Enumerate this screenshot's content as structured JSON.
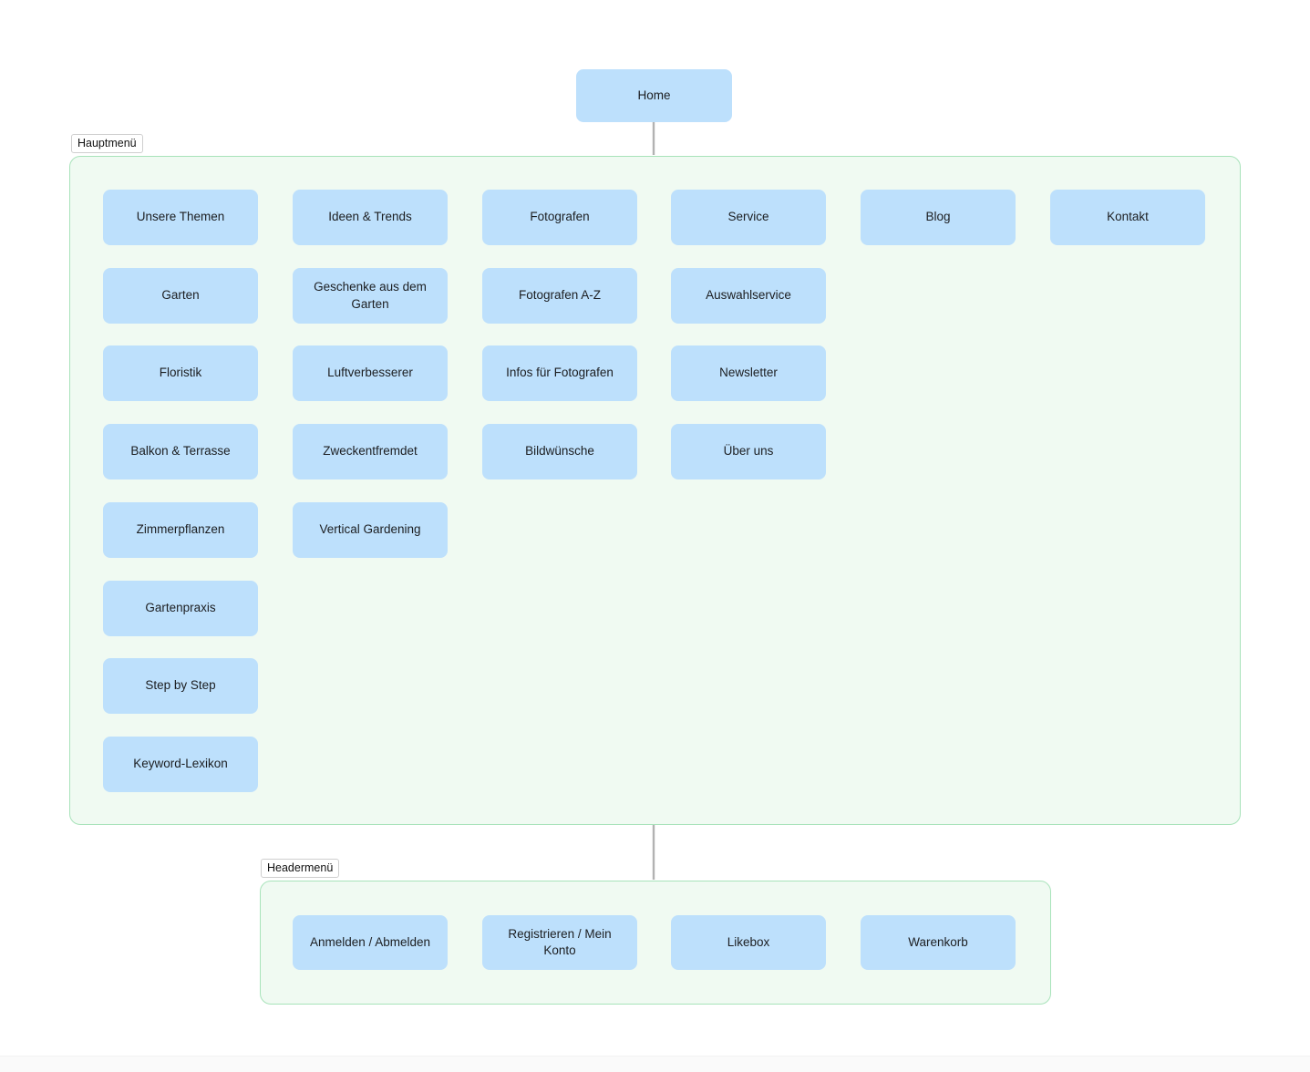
{
  "root": {
    "label": "Home"
  },
  "groups": [
    {
      "id": "hauptmenu",
      "label": "Hauptmenü",
      "columns": [
        {
          "top": "Unsere Themen",
          "children": [
            "Garten",
            "Floristik",
            "Balkon & Terrasse",
            "Zimmerpflanzen",
            "Gartenpraxis",
            "Step by Step",
            "Keyword-Lexikon"
          ]
        },
        {
          "top": "Ideen & Trends",
          "children": [
            "Geschenke aus dem Garten",
            "Luftverbesserer",
            "Zweckentfremdet",
            "Vertical Gardening"
          ]
        },
        {
          "top": "Fotografen",
          "children": [
            "Fotografen A-Z",
            "Infos für Fotografen",
            "Bildwünsche"
          ]
        },
        {
          "top": "Service",
          "children": [
            "Auswahlservice",
            "Newsletter",
            "Über uns"
          ]
        },
        {
          "top": "Blog",
          "children": []
        },
        {
          "top": "Kontakt",
          "children": []
        }
      ]
    },
    {
      "id": "headermenu",
      "label": "Headermenü",
      "items": [
        "Anmelden / Abmelden",
        "Registrieren / Mein Konto",
        "Likebox",
        "Warenkorb"
      ]
    }
  ],
  "colors": {
    "node_fill": "#bde0fc",
    "node_text": "#1c1e21",
    "connector": "#b2b2b2",
    "group_fill": "#f0faf2",
    "group_border": "#a8e3ba",
    "label_bg": "#ffffff",
    "label_border": "#cfcfcf"
  }
}
